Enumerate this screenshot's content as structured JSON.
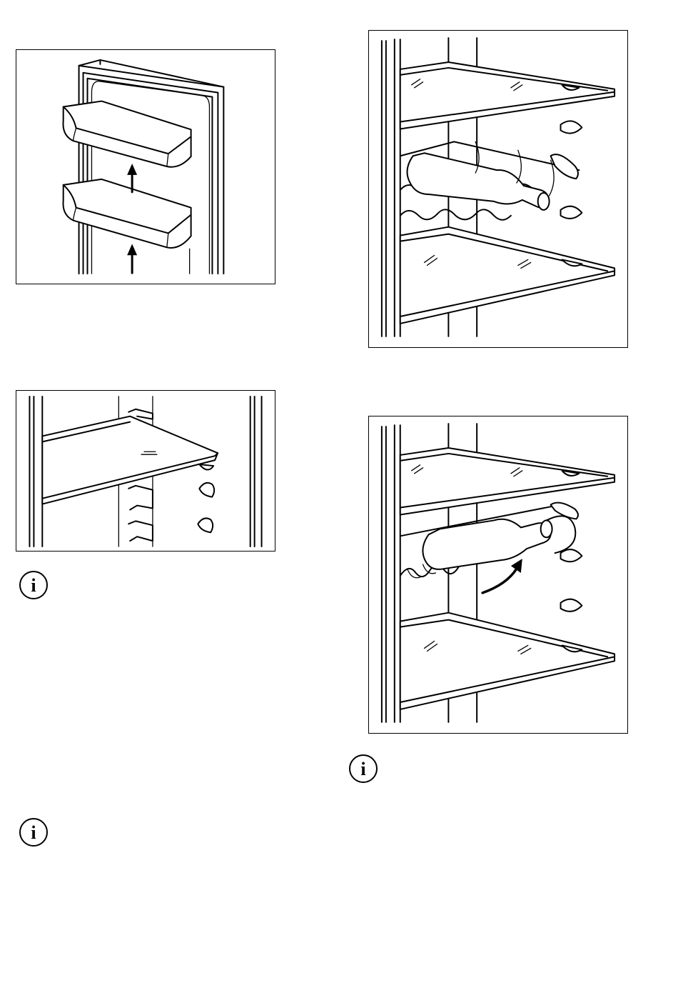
{
  "figures": [
    {
      "id": "door-balconies",
      "icon": "door-shelf-lift-illustration"
    },
    {
      "id": "movable-shelf",
      "icon": "glass-shelf-illustration"
    },
    {
      "id": "bottle-rack",
      "icon": "bottle-rack-illustration"
    },
    {
      "id": "bottle-rack-tilt",
      "icon": "bottle-rack-tilt-illustration"
    }
  ],
  "info_icons": [
    {
      "icon": "info-icon",
      "symbol": "i"
    },
    {
      "icon": "info-icon",
      "symbol": "i"
    },
    {
      "icon": "info-icon",
      "symbol": "i"
    }
  ],
  "colors": {
    "line": "#000000",
    "background": "#ffffff"
  }
}
